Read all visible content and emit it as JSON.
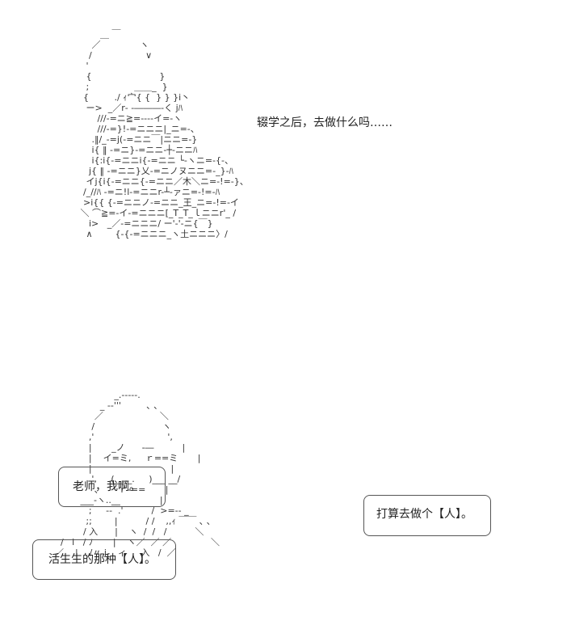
{
  "scene": {
    "top_character_art": "        ＿ ￣\n     ／              ヽ\n    /                   ∨\n   '\n   {                        }\n   ;                ＿＿_  }\n  {         ./ ｨ宀{ {  } } }i丶\n   ー>  _／r‐ ‐―――‐く jﾊ\n       ///-=ニ≧=---‐イ=‐ヽ\n       ///-=}!-=ニニニ|_ニ=-、\n     .‖/_-=j(-=ニニ￣|ニニ=-}\n     i{ ‖ -=ニ}-=ニニ-┼‐ニニﾊ\n     i{:i{-=ニニi{-=ニニ └-ヽニ=-{-、\n    j{ ‖ -=ニニ}乂-=ニノヌニニ=-_}-ﾊ\n   イj{i{-=ニニ{-=ニニ／木＼ニ=-!=-}、\n  /_//ﾊ -=ニ!l-=ニニr-┴-ァニ=-!=-ﾊ\n  >i{{ {-=ニニノ-=ニニ_王_ニ=-!=-イ\n ＼ ⌒≧=-イ-=ニニニ[_T_T_ｌニニr'_ /\n    i>   _／-=ニニニ/ ー'-'-ニ{￣}\n   ∧        {-{-=ニニニ_ヽ土ニニニ〉/",
    "bottom_character_art": "                             _.-‐‐‐-.\n                        _ -‐'''         ､ ､\n                      ／                    ＼\n                     /                        ヽ\n                    ,'                          ',\n                    |       _ノ      ‐―          |\n                    |    イ=ミ,     ｒ==ミ       |\n                    |                            |\n                     ',     ( _ ,_.     )___ __/\n                      ､       ｒ‐==       |\n                 ___‐ヽ..__              |\n                    ;     ‐‐  .'          /  >=‐‐ _\n                   ;;        |          / /    ,,ｨ ￣￣ ､ ､\n                  / 入      |    ヽ  /  /   /          ＼\n          /   i   / ﾉ       |    ヽ／  ／ ／              ＼\n        ／    |    /〃 j    ィ     入   /  ／",
    "speech_1": "辍学之后，去做什么吗……",
    "bubble_teacher": "老师，我啊。",
    "bubble_plan": "打算去做个【人】。",
    "bubble_live": "活生生的那种【人】。",
    "colors": {
      "background": "#ffffff",
      "text": "#222222",
      "bubble_border": "#555555"
    }
  }
}
